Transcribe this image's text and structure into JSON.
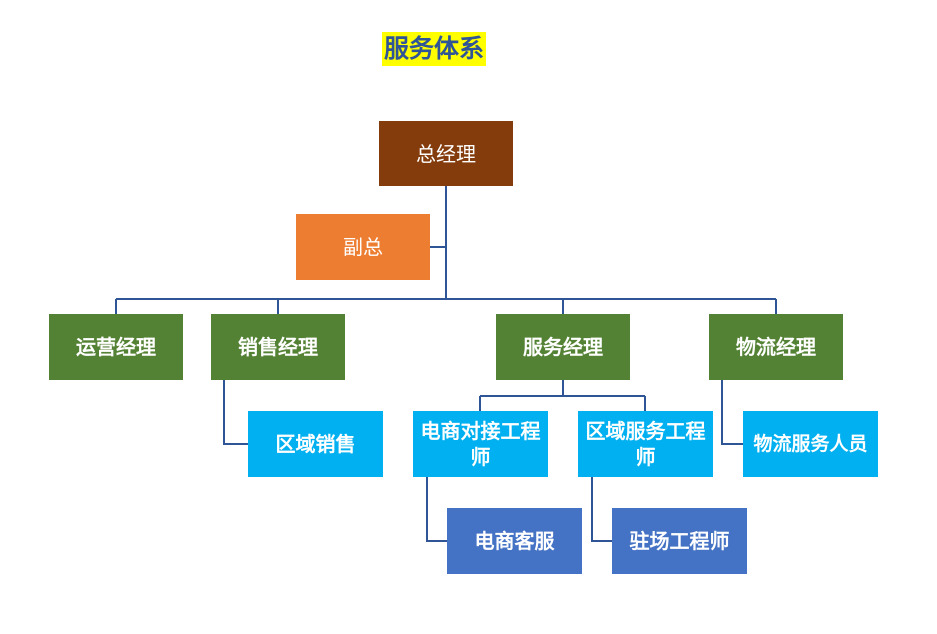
{
  "title": "服务体系",
  "colors": {
    "title_bg": "#ffff00",
    "title_text": "#2f5597",
    "connector": "#2f5597",
    "top": "#843c0c",
    "deputy": "#ed7d31",
    "manager": "#548235",
    "sub": "#00b0f0",
    "leaf": "#4472c4"
  },
  "nodes": {
    "gm": "总经理",
    "deputy": "副总",
    "ops_manager": "运营经理",
    "sales_manager": "销售经理",
    "service_manager": "服务经理",
    "logistics_manager": "物流经理",
    "regional_sales": "区域销售",
    "ecom_liaison": "电商对接工程师",
    "regional_service": "区域服务工程师",
    "logistics_staff": "物流服务人员",
    "ecom_cs": "电商客服",
    "onsite_engineer": "驻场工程师"
  }
}
